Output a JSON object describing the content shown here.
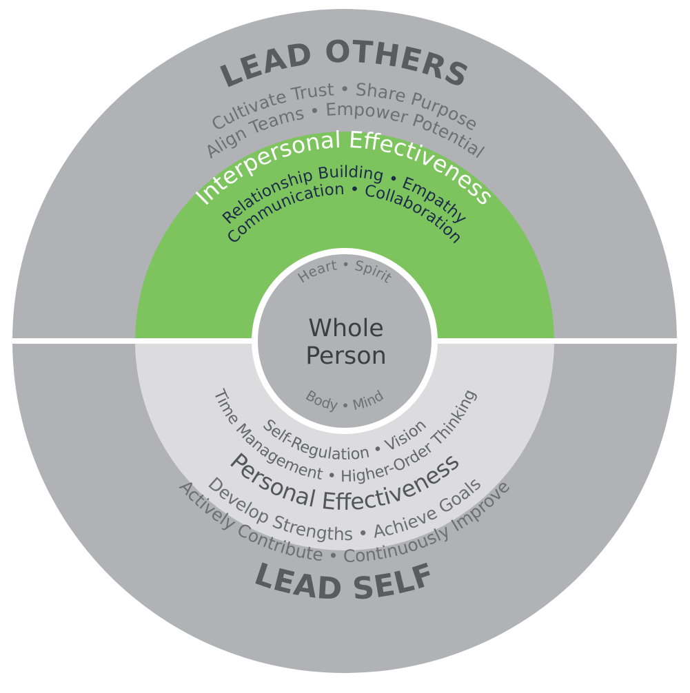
{
  "outer_top": {
    "title": "LEAD OTHERS",
    "line1": "Cultivate Trust  •  Share Purpose",
    "line2": "Align Teams  •  Empower Potential"
  },
  "green_ring": {
    "title": "Interpersonal Effectiveness",
    "line1": "Relationship Building  •  Empathy",
    "line2": "Communication  •  Collaboration"
  },
  "core": {
    "top": "Heart  •  Spirit",
    "title_line1": "Whole",
    "title_line2": "Person",
    "bottom": "Body  •  Mind"
  },
  "light_ring": {
    "line1": "Self-Regulation  •  Vision",
    "line2": "Time Management  •  Higher-Order Thinking",
    "title": "Personal Effectiveness"
  },
  "outer_bottom": {
    "line1": "Develop Strengths  •  Achieve Goals",
    "line2": "Actively Contribute  •  Continuously Improve",
    "title": "LEAD SELF"
  },
  "colors": {
    "outer": "#b1b2b5",
    "green": "#7dc45f",
    "light": "#dcdcde",
    "core": "#b1b2b5",
    "divider": "#ffffff"
  }
}
